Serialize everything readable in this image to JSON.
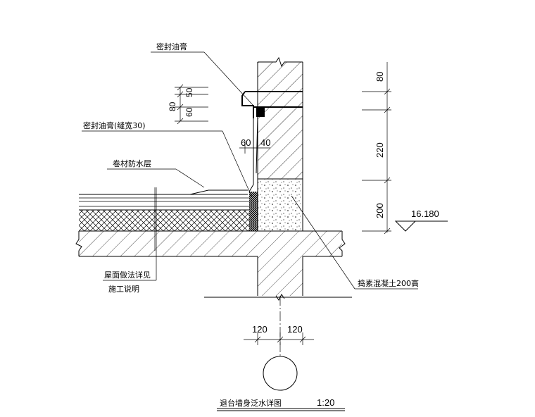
{
  "labels": {
    "sealant_top": "密封油膏",
    "sealant_gap": "密封油膏(缝宽30)",
    "membrane": "卷材防水层",
    "roof_note_1": "屋面做法详见",
    "roof_note_2": "施工说明",
    "concrete_note": "捣素混凝土200高",
    "title": "退台墙身泛水详图",
    "scale": "1:20",
    "elevation": "16.180"
  },
  "dims_left": {
    "d80": "80",
    "d50": "50",
    "d60": "60"
  },
  "dims_flash": {
    "d60": "60",
    "d40": "40"
  },
  "dims_right": {
    "d80": "80",
    "d220": "220",
    "d200": "200"
  },
  "dims_bottom": {
    "d120a": "120",
    "d120b": "120"
  }
}
